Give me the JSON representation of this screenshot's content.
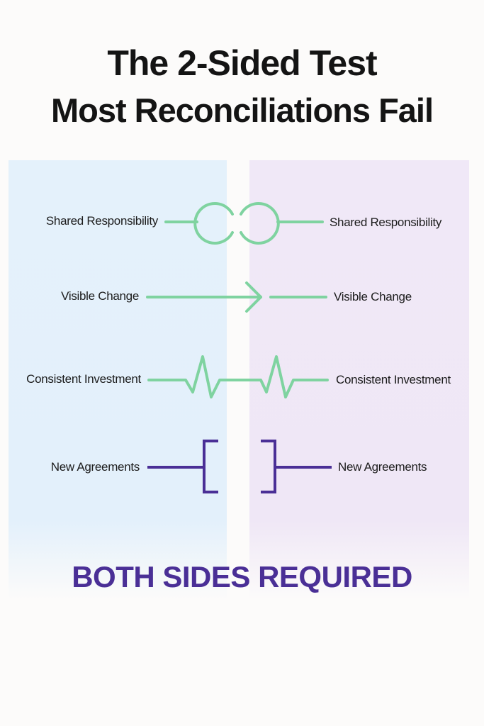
{
  "title": {
    "line1": "The 2-Sided Test",
    "line2": "Most Reconciliations Fail"
  },
  "rows": [
    {
      "left_label": "Shared Responsibility",
      "right_label": "Shared Responsibility",
      "connector": "interlocking-rings"
    },
    {
      "left_label": "Visible Change",
      "right_label": "Visible Change",
      "connector": "arrow"
    },
    {
      "left_label": "Consistent Investment",
      "right_label": "Consistent Investment",
      "connector": "zigzag-pulse"
    },
    {
      "left_label": "New Agreements",
      "right_label": "New Agreements",
      "connector": "brackets"
    }
  ],
  "footer": "BOTH SIDES REQUIRED",
  "colors": {
    "left_panel": "#e4f1fb",
    "right_panel": "#efe7f6",
    "connector_green": "#7fd3a0",
    "connector_purple": "#4a2f96",
    "footer": "#4a2f96",
    "title": "#141414"
  }
}
